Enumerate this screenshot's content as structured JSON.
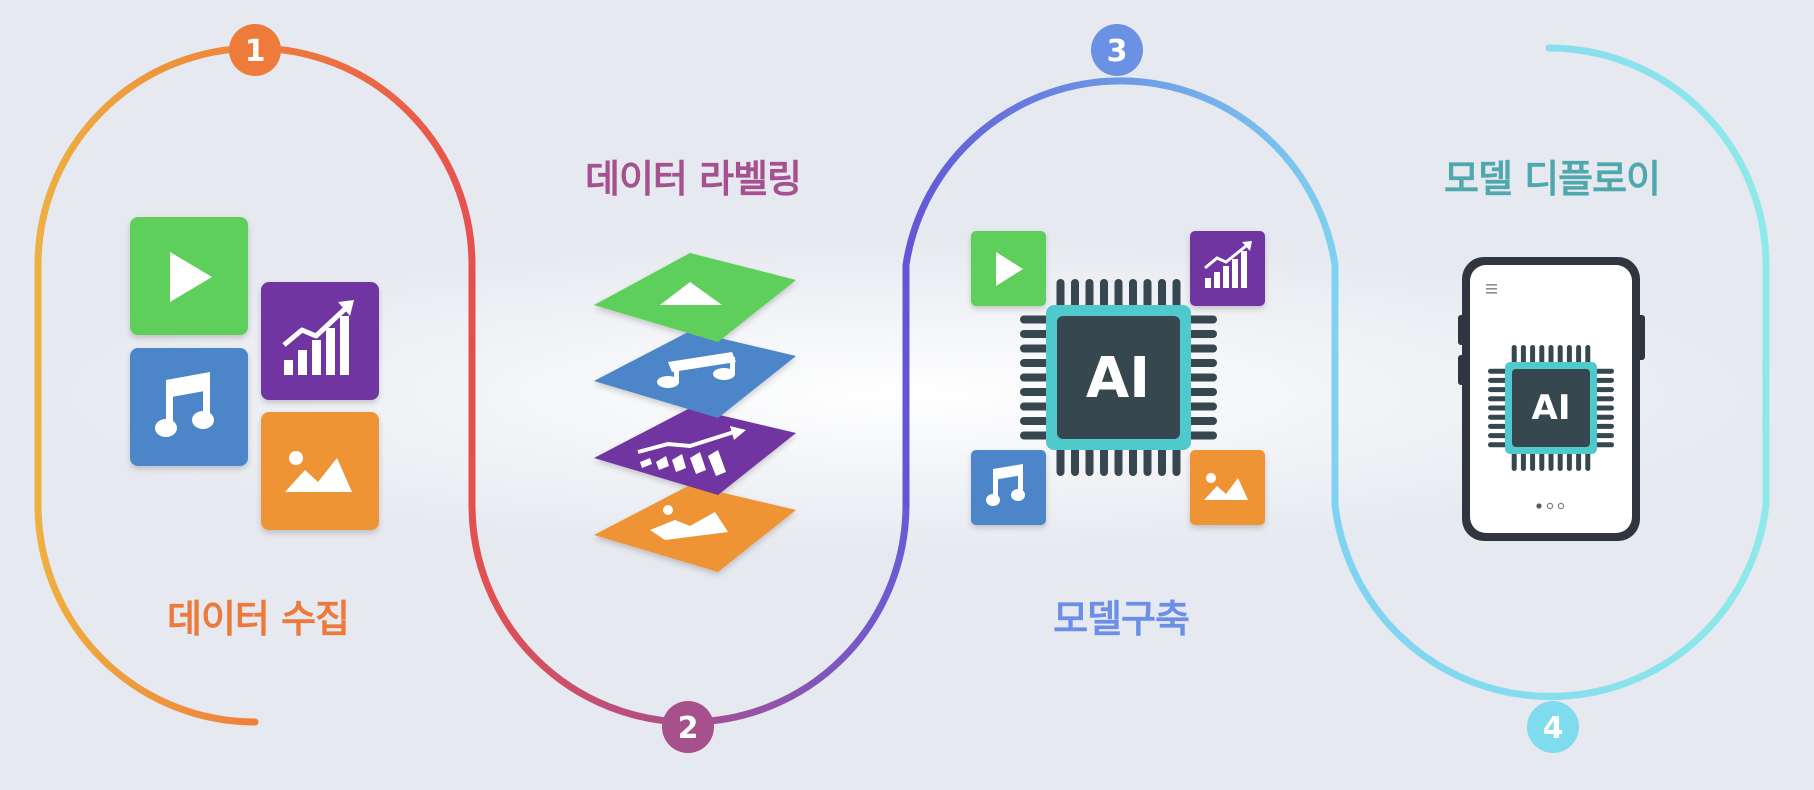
{
  "steps": [
    {
      "number": "1",
      "label": "데이터 수집",
      "color": "#ec7a3a"
    },
    {
      "number": "2",
      "label": "데이터 라벨링",
      "color": "#a5508f"
    },
    {
      "number": "3",
      "label": "모델구축",
      "color": "#6b8ee6"
    },
    {
      "number": "4",
      "label": "모델 디플로이",
      "color": "#4fa8ad"
    }
  ],
  "chip_text": "AI",
  "phone_chip_text": "AI",
  "tile_colors": {
    "video": "#5fcf5b",
    "music": "#4d86c8",
    "chart": "#7035a0",
    "image": "#ef9435"
  },
  "chip_colors": {
    "core": "#37474f",
    "frame": "#4fc9cc",
    "pins": "#37474f"
  },
  "icons": [
    "play-icon",
    "music-note-icon",
    "growth-chart-icon",
    "image-icon",
    "ai-chip-icon",
    "smartphone-icon",
    "menu-icon"
  ]
}
